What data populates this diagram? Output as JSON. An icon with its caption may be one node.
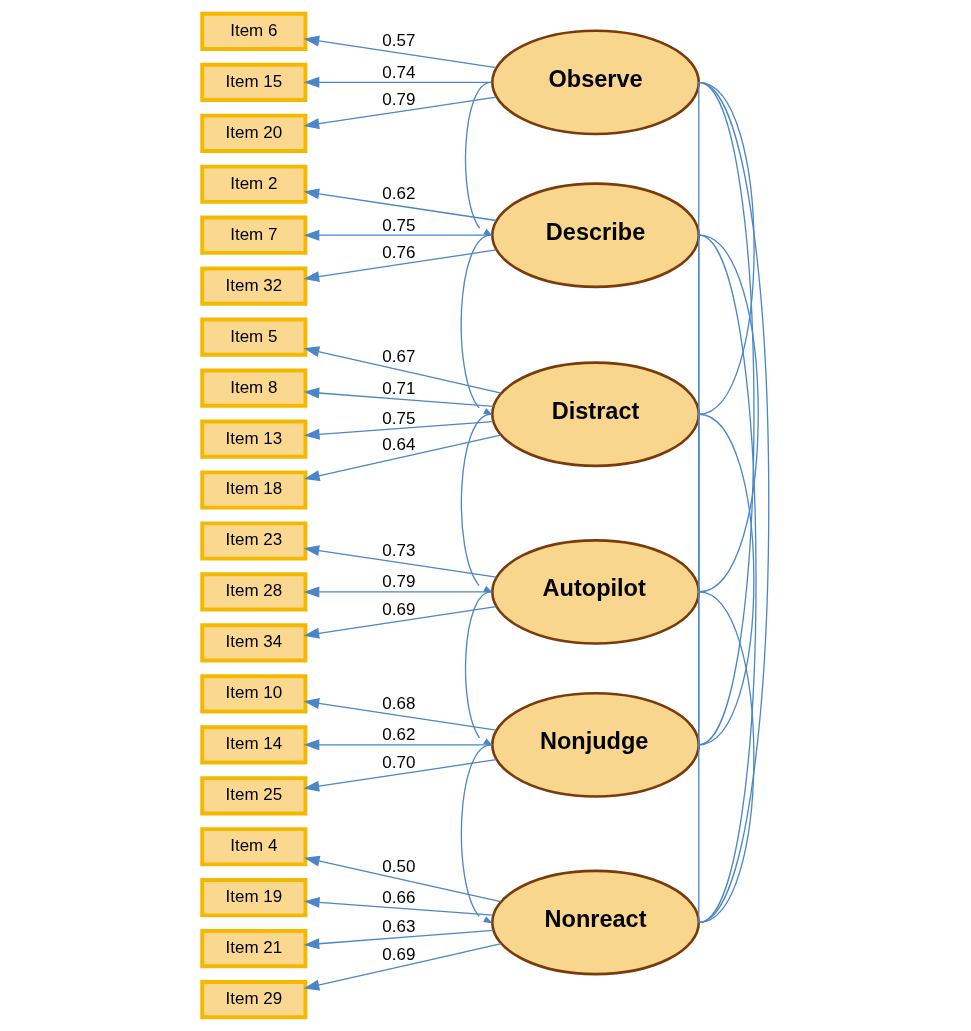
{
  "diagram": {
    "nodes": [
      {
        "text": [
          "Item 6"
        ]
      },
      {
        "text": [
          "Item 15"
        ]
      },
      {
        "text": [
          "Item 20"
        ]
      },
      {
        "text": [
          "Observe"
        ]
      },
      {
        "text": [
          "Item 2"
        ]
      },
      {
        "text": [
          "Item 7"
        ]
      },
      {
        "text": [
          "Item 32"
        ]
      },
      {
        "text": [
          "Describe"
        ]
      },
      {
        "text": [
          "Item 5"
        ]
      },
      {
        "text": [
          "Item 8"
        ]
      },
      {
        "text": [
          "Item 13"
        ]
      },
      {
        "text": [
          "Item 18"
        ]
      },
      {
        "text": [
          "Distract"
        ]
      },
      {
        "text": [
          "Item 23"
        ]
      },
      {
        "text": [
          "Item 28"
        ]
      },
      {
        "text": [
          "Item 34"
        ]
      },
      {
        "text": [
          "Autopilot"
        ]
      },
      {
        "text": [
          "Item 10"
        ]
      },
      {
        "text": [
          "Item 14"
        ]
      },
      {
        "text": [
          "Item 25"
        ]
      },
      {
        "text": [
          "Nonjudge"
        ]
      },
      {
        "text": [
          "Item 4"
        ]
      },
      {
        "text": [
          "Item 19"
        ]
      },
      {
        "text": [
          "Item 21"
        ]
      },
      {
        "text": [
          "Item 29"
        ]
      },
      {
        "text": [
          "Nonreact"
        ]
      }
    ],
    "edges": [
      {
        "from": 3,
        "to": 0,
        "arrow": "to",
        "label": "0.57"
      },
      {
        "from": 3,
        "to": 1,
        "arrow": "to",
        "label": "0.74"
      },
      {
        "from": 3,
        "to": 2,
        "arrow": "to",
        "label": "0.79"
      },
      {
        "from": 7,
        "to": 4,
        "arrow": "to",
        "label": "0.62"
      },
      {
        "from": 7,
        "to": 5,
        "arrow": "to",
        "label": "0.75"
      },
      {
        "from": 7,
        "to": 6,
        "arrow": "to",
        "label": "0.76"
      },
      {
        "from": 12,
        "to": 8,
        "arrow": "to",
        "label": "0.67"
      },
      {
        "from": 12,
        "to": 9,
        "arrow": "to",
        "label": "0.71"
      },
      {
        "from": 12,
        "to": 10,
        "arrow": "to",
        "label": "0.75"
      },
      {
        "from": 12,
        "to": 11,
        "arrow": "to",
        "label": "0.64"
      },
      {
        "from": 16,
        "to": 13,
        "arrow": "to",
        "label": "0.73"
      },
      {
        "from": 16,
        "to": 14,
        "arrow": "to",
        "label": "0.79"
      },
      {
        "from": 16,
        "to": 15,
        "arrow": "to",
        "label": "0.69"
      },
      {
        "from": 20,
        "to": 17,
        "arrow": "to",
        "label": "0.68"
      },
      {
        "from": 20,
        "to": 18,
        "arrow": "to",
        "label": "0.62"
      },
      {
        "from": 20,
        "to": 19,
        "arrow": "to",
        "label": "0.70"
      },
      {
        "from": 25,
        "to": 21,
        "arrow": "to",
        "label": "0.50"
      },
      {
        "from": 25,
        "to": 22,
        "arrow": "to",
        "label": "0.66"
      },
      {
        "from": 25,
        "to": 23,
        "arrow": "to",
        "label": "0.63"
      },
      {
        "from": 25,
        "to": 24,
        "arrow": "to",
        "label": "0.69"
      },
      {
        "from": 3,
        "to": 7,
        "arrow": "none"
      },
      {
        "from": 3,
        "to": 12,
        "arrow": "none"
      },
      {
        "from": 3,
        "to": 16,
        "arrow": "none"
      },
      {
        "from": 3,
        "to": 20,
        "arrow": "none"
      },
      {
        "from": 3,
        "to": 25,
        "arrow": "none"
      },
      {
        "from": 7,
        "to": 12,
        "arrow": "none"
      },
      {
        "from": 7,
        "to": 16,
        "arrow": "none"
      },
      {
        "from": 7,
        "to": 20,
        "arrow": "none"
      },
      {
        "from": 7,
        "to": 25,
        "arrow": "none"
      },
      {
        "from": 12,
        "to": 16,
        "arrow": "none"
      },
      {
        "from": 12,
        "to": 20,
        "arrow": "none"
      },
      {
        "from": 12,
        "to": 25,
        "arrow": "none"
      },
      {
        "from": 16,
        "to": 20,
        "arrow": "none"
      },
      {
        "from": 16,
        "to": 25,
        "arrow": "none"
      },
      {
        "from": 20,
        "to": 25,
        "arrow": "none"
      }
    ]
  }
}
